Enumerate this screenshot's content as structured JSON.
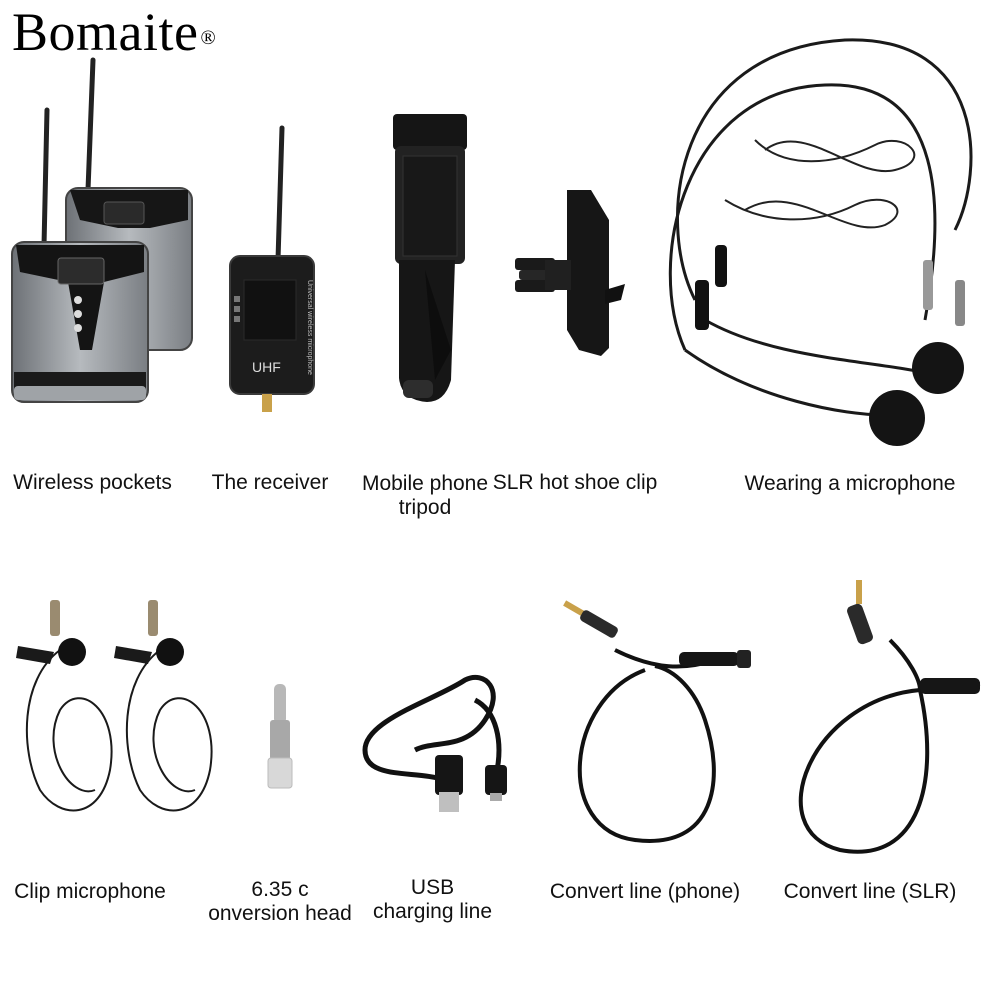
{
  "brand": {
    "name": "Bomaite",
    "mark": "®"
  },
  "products": {
    "wireless_pockets": {
      "label": "Wireless pockets"
    },
    "receiver": {
      "label": "The receiver",
      "badge": "UHF",
      "side_text": "Universal wireless microphone"
    },
    "phone_tripod": {
      "label_1": "Mobile phone",
      "label_2": "tripod"
    },
    "hot_shoe_clip": {
      "label": "SLR hot shoe clip"
    },
    "headset_mic": {
      "label": "Wearing a microphone"
    },
    "clip_mic": {
      "label": "Clip microphone"
    },
    "adapter": {
      "label_1": "6.35 c",
      "label_2": "onversion head"
    },
    "usb_line": {
      "label_1": "USB",
      "label_2": "charging line"
    },
    "convert_phone": {
      "label": "Convert line (phone)"
    },
    "convert_slr": {
      "label": "Convert line (SLR)"
    }
  },
  "colors": {
    "silver": "#9a9ea3",
    "black": "#141414",
    "background": "#ffffff"
  }
}
